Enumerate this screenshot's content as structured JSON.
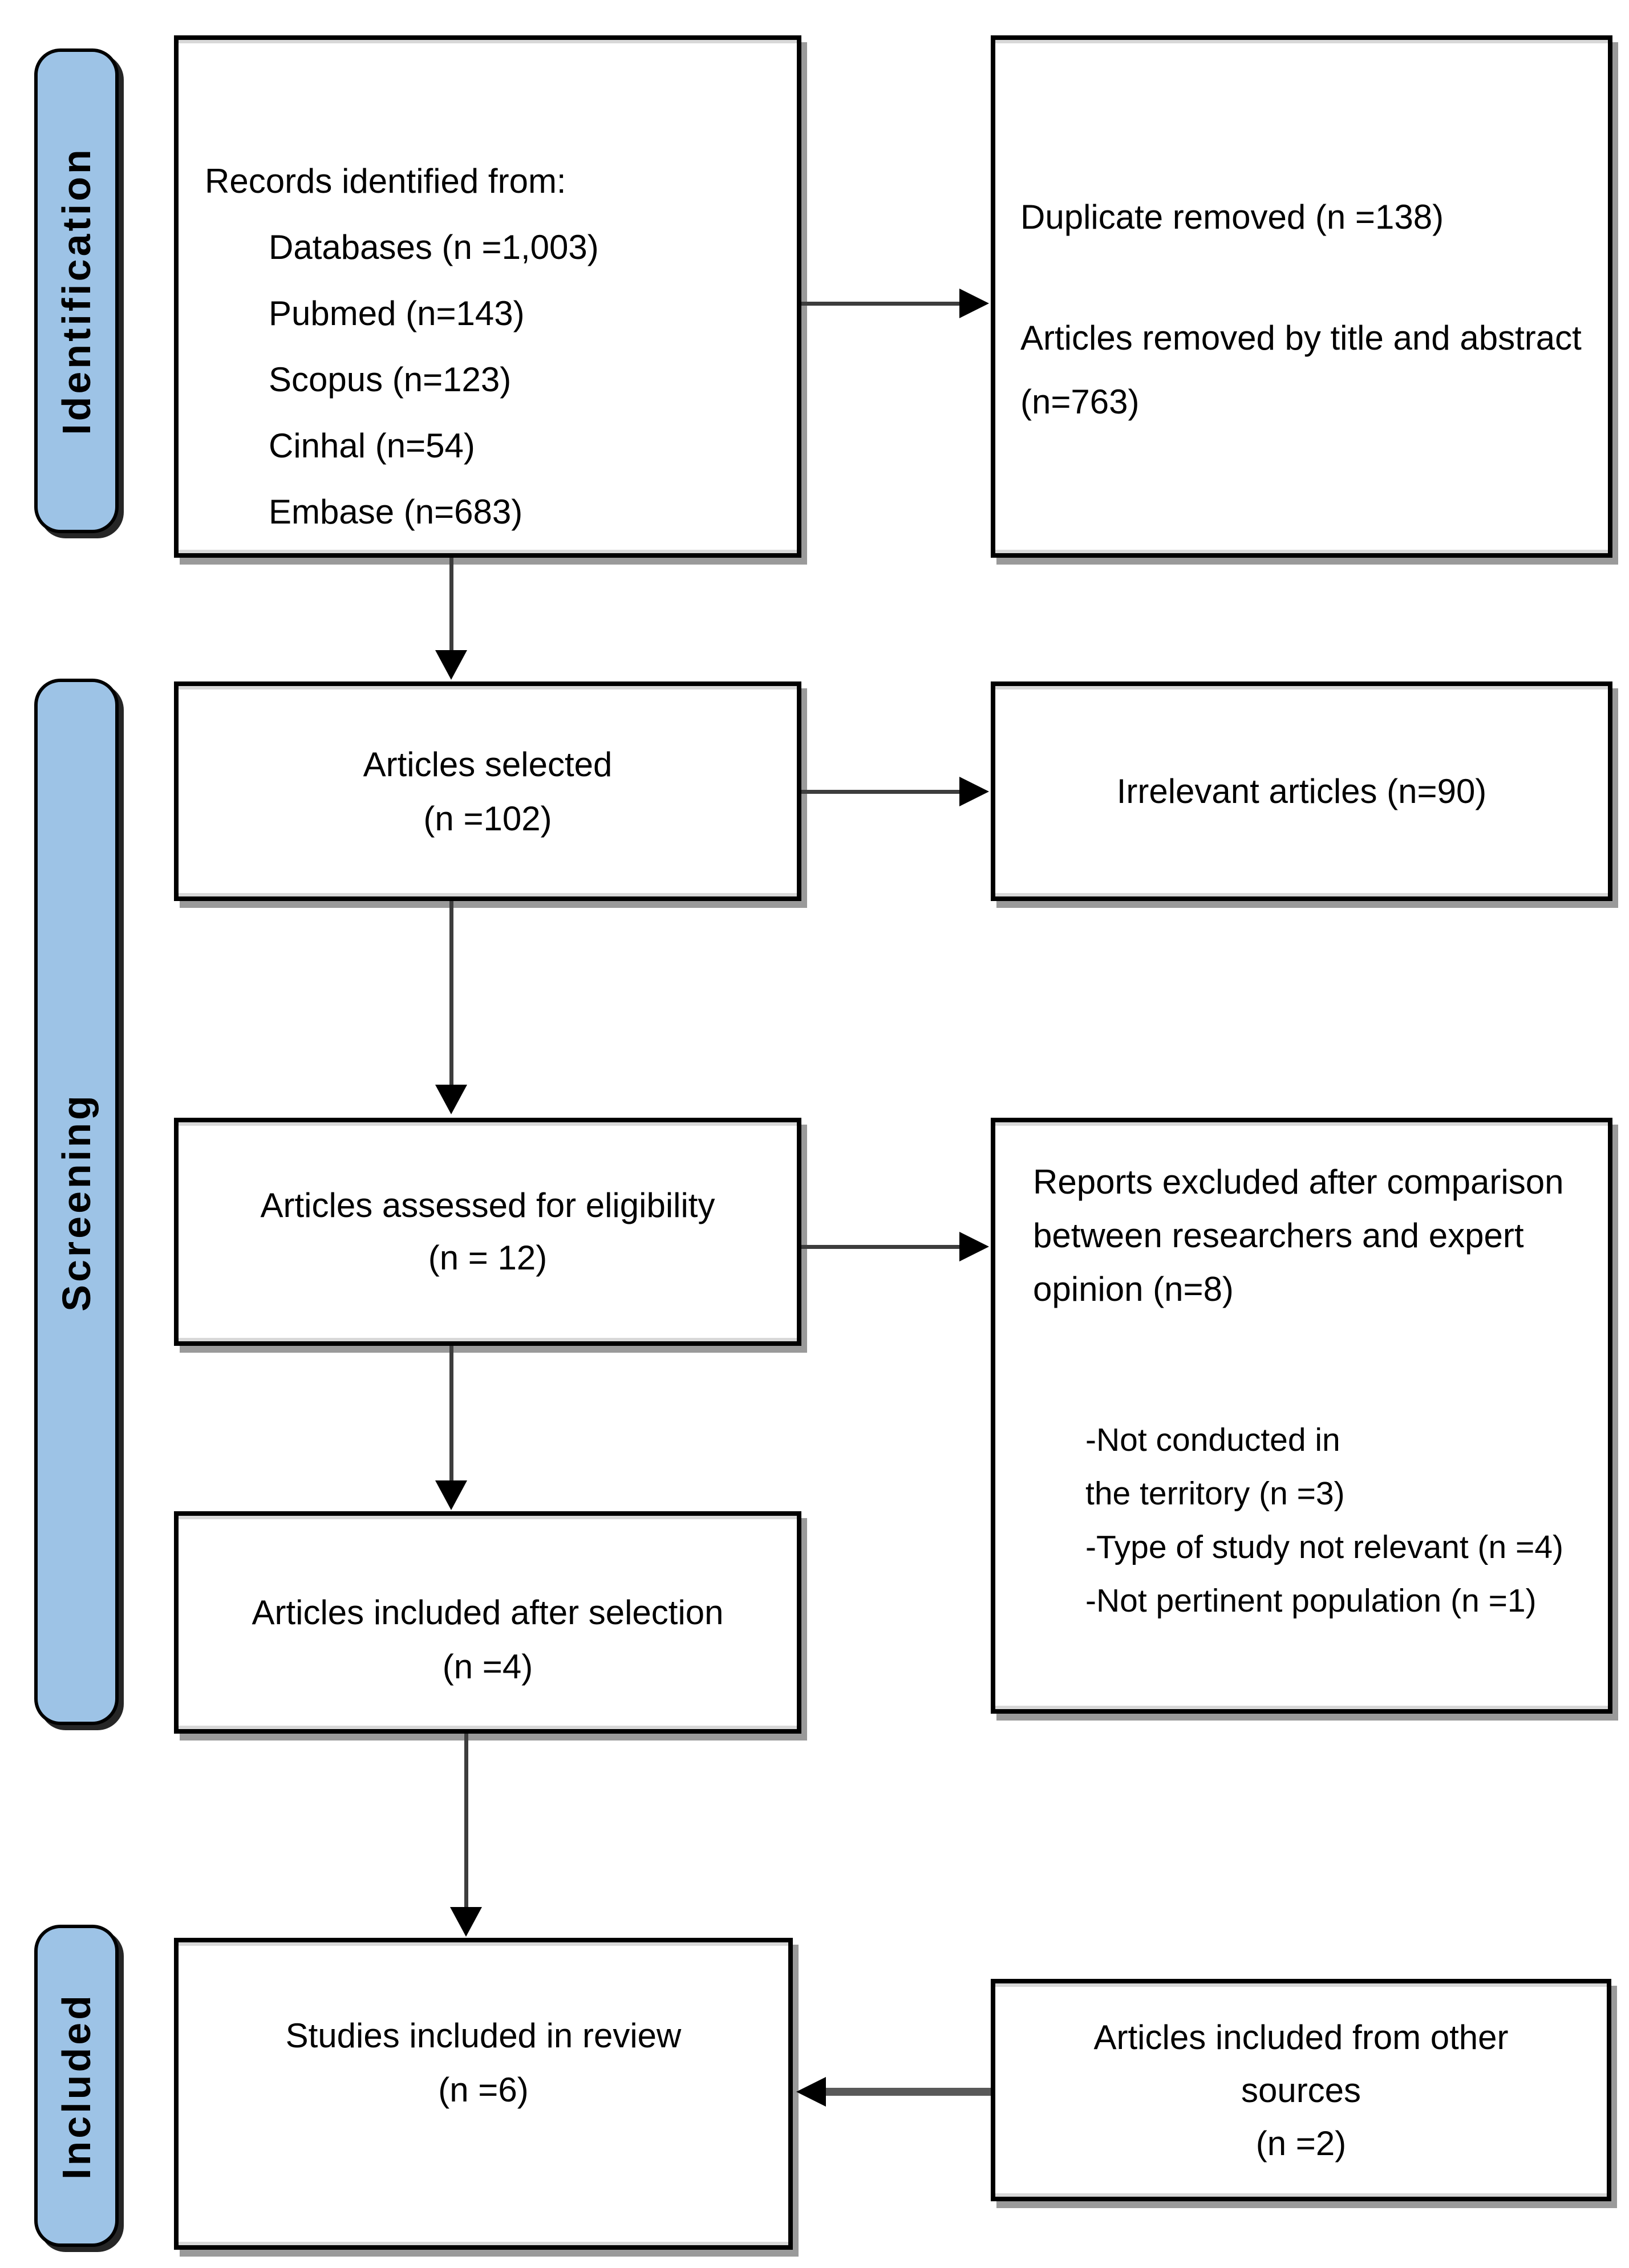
{
  "sidebar": {
    "identification": "Identification",
    "screening": "Screening",
    "included": "Included"
  },
  "flow": {
    "records": {
      "title": "Records identified from:",
      "items": [
        "Databases (n =1,003)",
        "Pubmed (n=143)",
        "Scopus (n=123)",
        "Cinhal (n=54)",
        "Embase (n=683)"
      ]
    },
    "selected": {
      "line1": "Articles selected",
      "line2": "(n =102)"
    },
    "assessed": {
      "line1": "Articles assessed for eligibility",
      "line2": "(n = 12)"
    },
    "included_after_selection": {
      "line1": "Articles included after selection",
      "line2": "(n =4)"
    },
    "studies_included": {
      "line1": "Studies included in review",
      "line2": "(n =6)"
    }
  },
  "side_outputs": {
    "duplicates": {
      "line1": "Duplicate removed (n =138)",
      "line2": "Articles removed by title and abstract (n=763)"
    },
    "irrelevant": {
      "line1": "Irrelevant articles (n=90)"
    },
    "reports_excluded": {
      "para": "Reports excluded after comparison between researchers and expert opinion (n=8)",
      "items": [
        "-Not conducted in",
        "the territory (n =3)",
        "-Type of study not relevant (n =4)",
        "-Not pertinent population (n =1)"
      ]
    },
    "other_sources": {
      "line1": "Articles included from other sources",
      "line2": "(n =2)"
    }
  },
  "colors": {
    "tab_fill": "#9DC3E6",
    "box_border": "#000000",
    "box_shadow": "#9A9A9A",
    "arrow": "#000000"
  }
}
